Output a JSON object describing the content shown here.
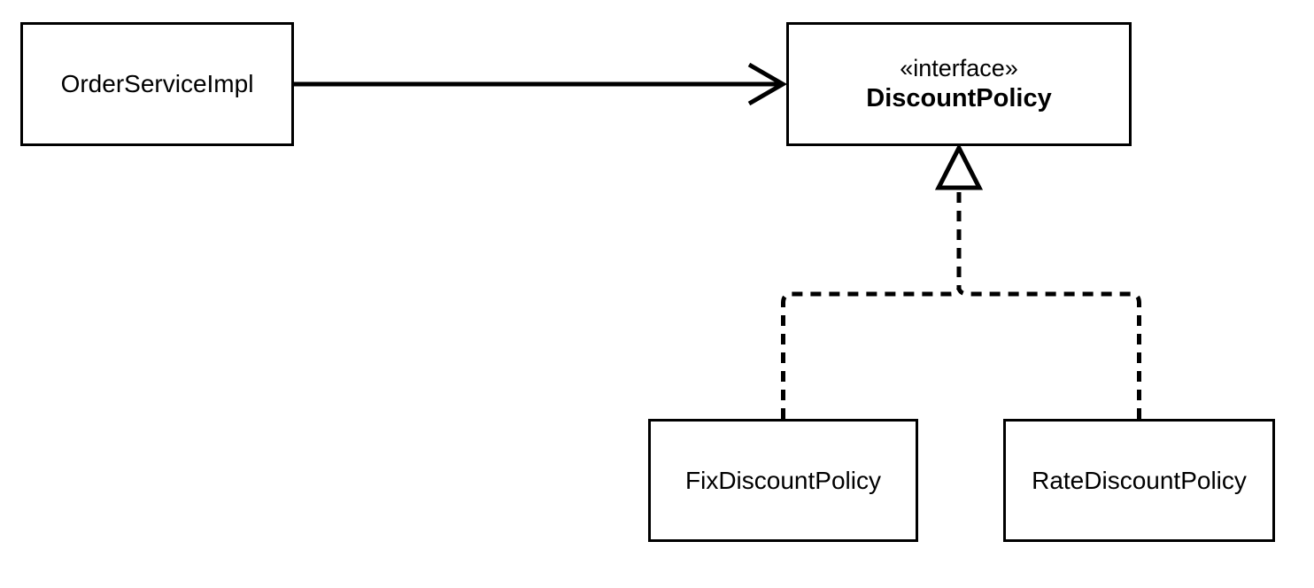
{
  "diagram": {
    "kind": "uml-class-diagram",
    "colors": {
      "stroke": "#000000",
      "node_fill": "#ffffff",
      "background": "#ffffff"
    },
    "nodes": [
      {
        "id": "order-service-impl",
        "label": "OrderServiceImpl"
      },
      {
        "id": "discount-policy",
        "stereotype": "«interface»",
        "label": "DiscountPolicy"
      },
      {
        "id": "fix-discount-policy",
        "label": "FixDiscountPolicy"
      },
      {
        "id": "rate-discount-policy",
        "label": "RateDiscountPolicy"
      }
    ],
    "edges": [
      {
        "from": "OrderServiceImpl",
        "to": "DiscountPolicy",
        "relation": "dependency",
        "line": "solid",
        "arrowhead": "open-arrow"
      },
      {
        "from": "FixDiscountPolicy",
        "to": "DiscountPolicy",
        "relation": "realization",
        "line": "dashed",
        "arrowhead": "hollow-triangle"
      },
      {
        "from": "RateDiscountPolicy",
        "to": "DiscountPolicy",
        "relation": "realization",
        "line": "dashed",
        "arrowhead": "hollow-triangle"
      }
    ]
  }
}
